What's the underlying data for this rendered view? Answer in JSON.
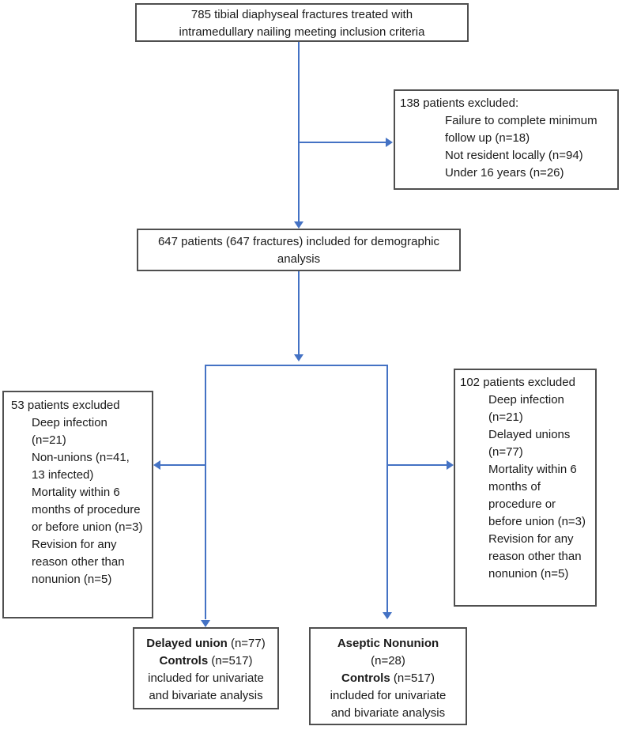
{
  "diagram": {
    "type": "flowchart",
    "colors": {
      "arrow": "#4472C4",
      "border": "#4f4f4f",
      "text": "#1a1a1a"
    },
    "boxes": {
      "inclusion": {
        "line1": "785 tibial diaphyseal fractures treated with",
        "line2": "intramedullary nailing meeting inclusion criteria"
      },
      "excluded_138": {
        "title": "138 patients excluded:",
        "items": [
          "Failure to complete minimum follow up (n=18)",
          "Not resident locally (n=94)",
          "Under 16 years (n=26)"
        ]
      },
      "demographic": {
        "line1": "647 patients (647 fractures) included for demographic",
        "line2": "analysis"
      },
      "excluded_53": {
        "title": "53 patients excluded",
        "items": [
          "Deep infection (n=21)",
          "Non-unions (n=41, 13 infected)",
          "Mortality within 6 months of procedure or before union (n=3)",
          "Revision for any reason other than nonunion (n=5)"
        ]
      },
      "excluded_102": {
        "title": "102 patients excluded",
        "items": [
          "Deep infection (n=21)",
          "Delayed unions (n=77)",
          "Mortality within 6 months of procedure or before union (n=3)",
          "Revision for any reason other than nonunion (n=5)"
        ]
      },
      "delayed_union": {
        "line1_bold": "Delayed union",
        "line1_rest": " (n=77)",
        "line2_bold": "Controls",
        "line2_rest": " (n=517)",
        "line3": "included for univariate",
        "line4": "and bivariate analysis"
      },
      "aseptic_nonunion": {
        "line1_bold": "Aseptic Nonunion",
        "line2": "(n=28)",
        "line3_bold": "Controls",
        "line3_rest": " (n=517)",
        "line4": "included for univariate",
        "line5": "and bivariate analysis"
      }
    }
  }
}
